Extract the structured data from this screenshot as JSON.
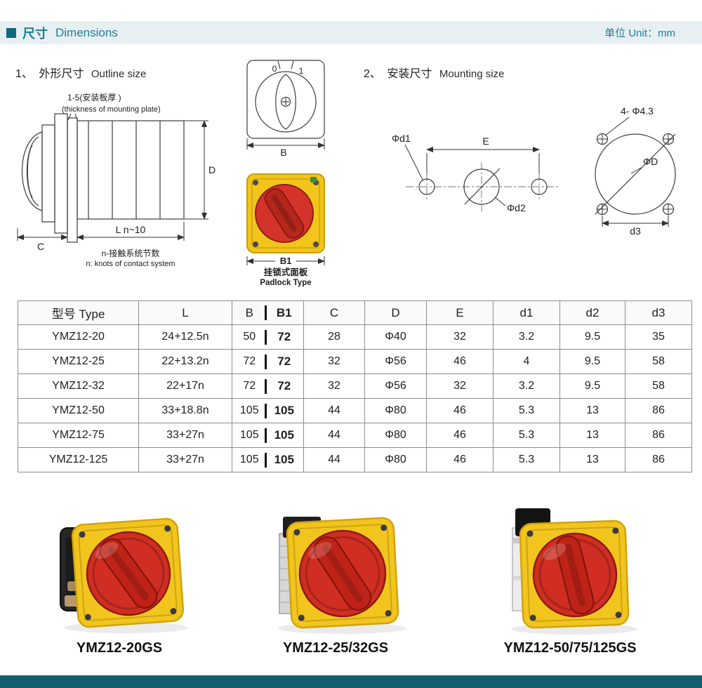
{
  "header": {
    "title_cn": "尺寸",
    "title_en": "Dimensions",
    "unit": "单位 Unit：mm"
  },
  "sections": {
    "outline_num": "1、",
    "outline_cn": "外形尺寸",
    "outline_en": "Outline size",
    "mounting_num": "2、",
    "mounting_cn": "安装尺寸",
    "mounting_en": "Mounting size"
  },
  "outline": {
    "plate_note_cn": "1-5(安装板厚 )",
    "plate_note_en": "(thickness of mounting plate)",
    "dim_D": "D",
    "dim_C": "C",
    "dim_L": "L n~10",
    "note_cn": "n-接触系统节数",
    "note_en": "n: knots of contact system",
    "front_pos0": "0",
    "front_pos1": "1",
    "dim_B": "B",
    "dim_B1": "B1",
    "padlock_cn": "挂锁式面板",
    "padlock_en": "Padlock Type"
  },
  "mounting": {
    "dim_d1": "Φd1",
    "dim_E": "E",
    "dim_d2": "Φd2",
    "holes": "4- Φ4.3",
    "dim_D": "ΦD",
    "dim_d3": "d3"
  },
  "table": {
    "headers": [
      "型号 Type",
      "L",
      "B",
      "B1",
      "C",
      "D",
      "E",
      "d1",
      "d2",
      "d3"
    ],
    "rows": [
      [
        "YMZ12-20",
        "24+12.5n",
        "50",
        "72",
        "28",
        "Φ40",
        "32",
        "3.2",
        "9.5",
        "35"
      ],
      [
        "YMZ12-25",
        "22+13.2n",
        "72",
        "72",
        "32",
        "Φ56",
        "46",
        "4",
        "9.5",
        "58"
      ],
      [
        "YMZ12-32",
        "22+17n",
        "72",
        "72",
        "32",
        "Φ56",
        "32",
        "3.2",
        "9.5",
        "58"
      ],
      [
        "YMZ12-50",
        "33+18.8n",
        "105",
        "105",
        "44",
        "Φ80",
        "46",
        "5.3",
        "13",
        "86"
      ],
      [
        "YMZ12-75",
        "33+27n",
        "105",
        "105",
        "44",
        "Φ80",
        "46",
        "5.3",
        "13",
        "86"
      ],
      [
        "YMZ12-125",
        "33+27n",
        "105",
        "105",
        "44",
        "Φ80",
        "46",
        "5.3",
        "13",
        "86"
      ]
    ]
  },
  "products": [
    {
      "label": "YMZ12-20GS"
    },
    {
      "label": "YMZ12-25/32GS"
    },
    {
      "label": "YMZ12-50/75/125GS"
    }
  ],
  "colors": {
    "accent_teal": "#1b7f95",
    "plate_yellow": "#f2c51e",
    "knob_red": "#d02e23"
  }
}
